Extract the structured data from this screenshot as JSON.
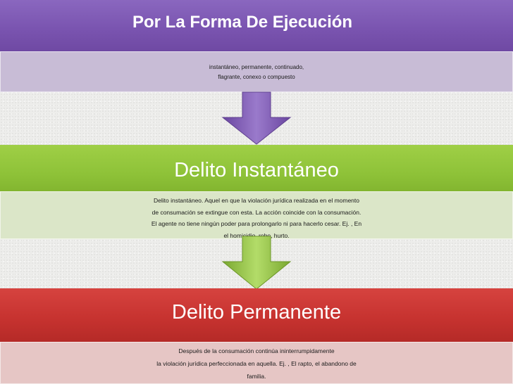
{
  "sections": [
    {
      "title": "Por La Forma De Ejecución",
      "lines": [
        "instantáneo, permanente, continuado,",
        "flagrante, conexo o compuesto"
      ]
    },
    {
      "title": "Delito Instantáneo",
      "lines": [
        "Delito instantáneo. Aquel en que la violación jurídica realizada en el momento",
        "de consumación se extingue con esta. La acción coincide con la consumación.",
        "El agente no tiene ningún poder para prolongarlo ni para hacerlo cesar. Ej. , En",
        "el homicidio, robo, hurto."
      ]
    },
    {
      "title": "Delito Permanente",
      "lines": [
        "Después de la consumación continúa ininterrumpidamente",
        "la violación jurídica perfeccionada en aquella. Ej. , El rapto, el abandono de",
        "familia."
      ]
    }
  ],
  "colors": {
    "purple": "#7953af",
    "green": "#8ec238",
    "red": "#c73330"
  }
}
